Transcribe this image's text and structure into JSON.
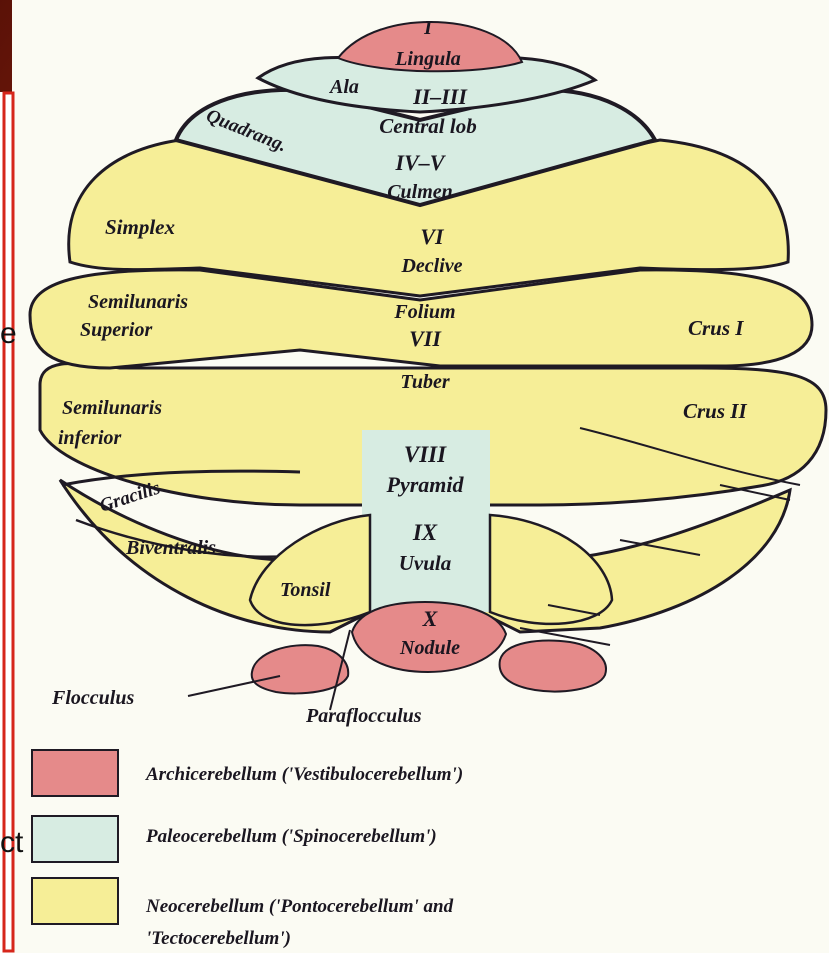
{
  "colors": {
    "archi": "#e58a8a",
    "paleo": "#d7ece2",
    "neo": "#f6ee97",
    "outline": "#1f1a24",
    "frame": "#d6261b"
  },
  "lobules": {
    "lingula_num": "I",
    "lingula": "Lingula",
    "central_num": "II–III",
    "central": "Central lob",
    "culmen_num": "IV–V",
    "culmen": "Culmen",
    "declive_num": "VI",
    "declive": "Declive",
    "folium": "Folium",
    "folium_num": "VII",
    "tuber": "Tuber",
    "pyramid_num": "VIII",
    "pyramid": "Pyramid",
    "uvula_num": "IX",
    "uvula": "Uvula",
    "nodule_num": "X",
    "nodule": "Nodule"
  },
  "hemispheres": {
    "ala": "Ala",
    "quadrang": "Quadrang.",
    "simplex": "Simplex",
    "semilunaris_superior_1": "Semilunaris",
    "semilunaris_superior_2": "Superior",
    "crus1": "Crus I",
    "semilunaris_inferior_1": "Semilunaris",
    "semilunaris_inferior_2": "inferior",
    "crus2": "Crus II",
    "gracilis": "Gracilis",
    "biventralis": "Biventralis",
    "tonsil": "Tonsil",
    "flocculus": "Flocculus",
    "paraflocculus": "Paraflocculus"
  },
  "legend": {
    "archi": "Archicerebellum ('Vestibulocerebellum')",
    "paleo": "Paleocerebellum ('Spinocerebellum')",
    "neo_1": "Neocerebellum ('Pontocerebellum'  and",
    "neo_2": "'Tectocerebellum')"
  },
  "fragments": {
    "left_mid": "e",
    "left_low": "ct"
  }
}
